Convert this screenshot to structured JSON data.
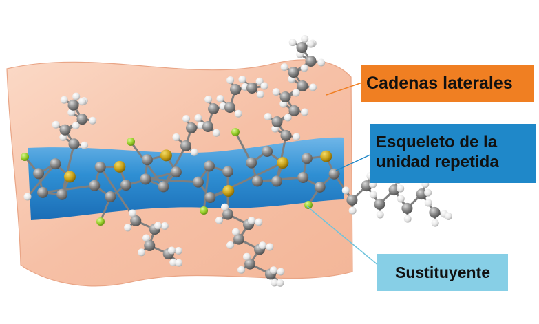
{
  "labels": {
    "side_chains": "Cadenas laterales",
    "backbone_line1": "Esqueleto de la",
    "backbone_line2": "unidad repetida",
    "substituent": "Sustituyente"
  },
  "colors": {
    "sheet": "#f7c4ad",
    "backbone_band": "#2f8fd3",
    "side_chains_box": "#f07f22",
    "backbone_box": "#1f88c9",
    "substituent_box": "#87cfe6",
    "carbon": "#8c8c8c",
    "hydrogen": "#f0f0f0",
    "sulfur": "#c9a21a",
    "fluorine": "#9ad12d",
    "bond": "#7f7f7f"
  }
}
